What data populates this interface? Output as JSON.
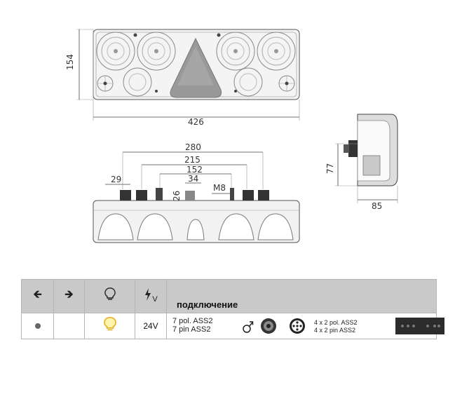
{
  "dimensions": {
    "width_total": "426",
    "height_total": "154",
    "mount_280": "280",
    "mount_215": "215",
    "mount_152": "152",
    "mount_34": "34",
    "bolt_m8": "M8",
    "dim_29": "29",
    "dim_26": "26",
    "depth_77": "77",
    "depth_85": "85"
  },
  "table": {
    "header": {
      "col_left_icon": "left-arrow-icon",
      "col_right_icon": "right-arrow-icon",
      "col_bulb_icon": "lamp-bulb-icon",
      "col_voltage_icon": "voltage-icon",
      "voltage_unit": "V",
      "connection_title": "подключение"
    },
    "row": {
      "voltage": "24V",
      "connector_line1": "7 pol. ASS2",
      "connector_line2": "7 pin  ASS2",
      "socket_line1": "4 x 2 pol. ASS2",
      "socket_line2": "4 x 2 pin  ASS2"
    }
  }
}
